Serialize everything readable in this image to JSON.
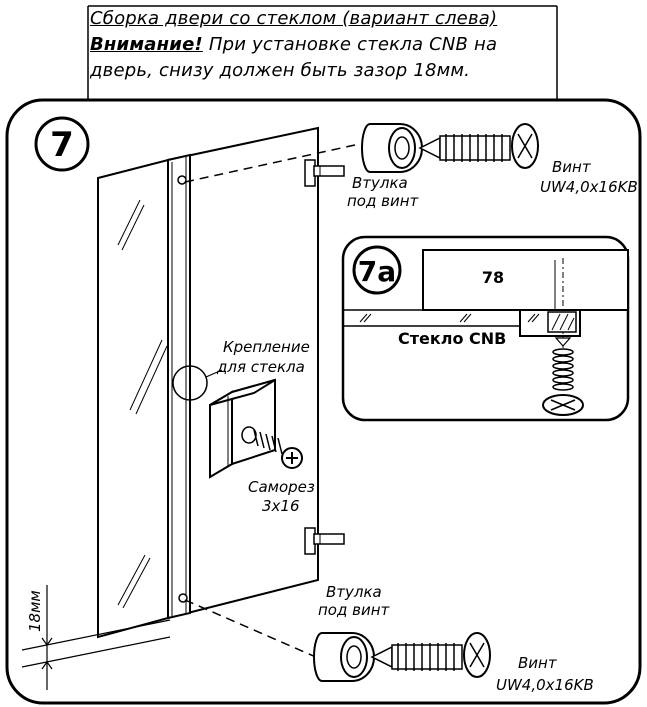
{
  "header": {
    "title": "Сборка двери со стеклом (вариант слева)",
    "warning_label": "Внимание!",
    "warning_text_1": "При установке стекла CNB на",
    "warning_text_2": "дверь, снизу должен быть зазор 18мм."
  },
  "main": {
    "step_number": "7",
    "screw_top_label_1": "Винт",
    "screw_top_label_2": "UW4,0x16KB",
    "bushing_top_label_1": "Втулка",
    "bushing_top_label_2": "под винт",
    "glass_mount_label_1": "Крепление",
    "glass_mount_label_2": "для стекла",
    "self_tapping_label_1": "Саморез",
    "self_tapping_label_2": "3x16",
    "bushing_bottom_label_1": "Втулка",
    "bushing_bottom_label_2": "под винт",
    "screw_bottom_label_1": "Винт",
    "screw_bottom_label_2": "UW4,0x16KB",
    "gap_dimension": "18мм"
  },
  "detail": {
    "step_number": "7a",
    "dimension_value": "78",
    "glass_label": "Стекло CNB"
  }
}
